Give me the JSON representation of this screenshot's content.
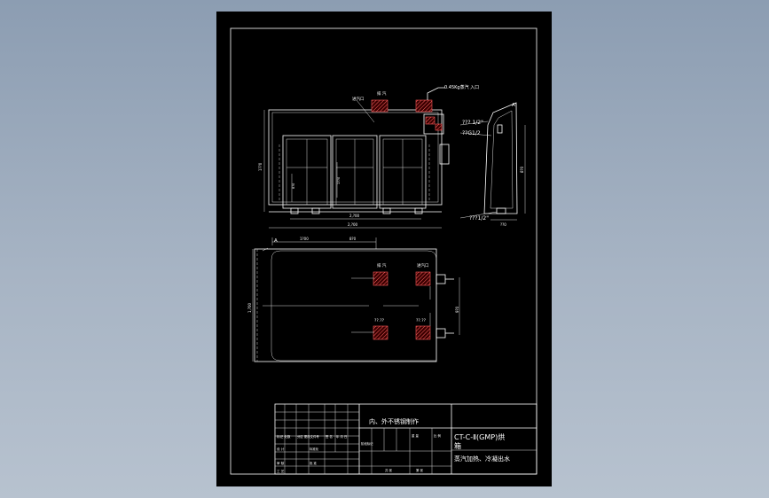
{
  "drawing": {
    "notes": {
      "top_left_label": "进汽口",
      "top_mid_label": "排 汽",
      "top_right_label": "0.45Kg蒸汽 入口",
      "side_label_a": "A",
      "side_label_ap": "A'",
      "thread_1": "??? 1/2\"",
      "thread_2": "??G1/2",
      "thread_3": "???1/2\"",
      "plan_label_1": "排 汽",
      "plan_label_2": "进汽口",
      "plan_label_3": "??.??",
      "plan_label_4": "??.??"
    },
    "dimensions": {
      "height_front": "1??0",
      "inner_height": "1??0",
      "shelf_h": "8?0",
      "width_inner": "2,?00",
      "width_overall": "2,?00",
      "side_height": "8?0",
      "side_width": "??0",
      "plan_left": "1?00",
      "plan_right": "8?0",
      "plan_height": "1,?00",
      "plan_span": "9?0"
    }
  },
  "title_block": {
    "material_note": "内、外不锈钢制作",
    "drawing_title_1": "CT-C-Ⅱ(GMP)烘",
    "drawing_title_2": "箱",
    "drawing_subtitle": "蒸汽加热、冷凝出水",
    "row_labels": {
      "r1": "标记 处数",
      "r2": "设 计",
      "r3": "审 核",
      "r4": "工 艺"
    },
    "headers": {
      "h1": "分区 更改文件号",
      "h2": "签 名",
      "h3": "年 月 日",
      "h4": "标准化",
      "h5": "阶段标记",
      "h6": "重 量",
      "h7": "比 例",
      "h8": "批 准",
      "h9": "共  张",
      "h10": "第  张"
    }
  }
}
